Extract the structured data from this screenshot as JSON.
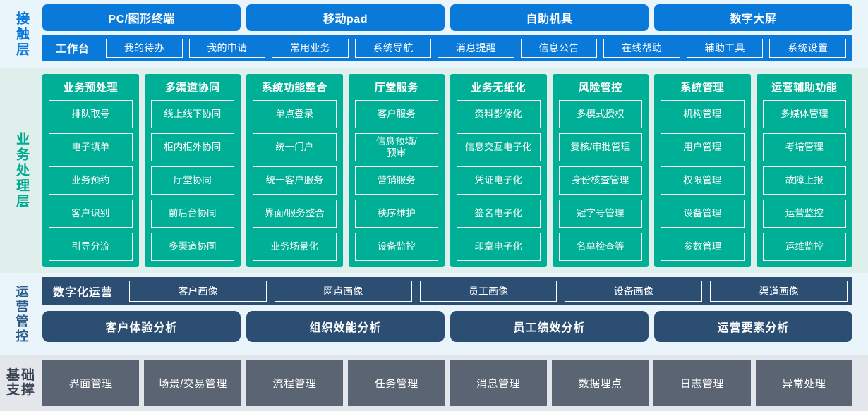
{
  "contact_layer": {
    "label": "接触层",
    "accent_color": "#0a7ada",
    "channels": [
      {
        "label": "PC/图形终端"
      },
      {
        "label": "移动pad"
      },
      {
        "label": "自助机具"
      },
      {
        "label": "数字大屏"
      }
    ],
    "workbench": {
      "title": "工作台",
      "items": [
        {
          "label": "我的待办"
        },
        {
          "label": "我的申请"
        },
        {
          "label": "常用业务"
        },
        {
          "label": "系统导航"
        },
        {
          "label": "消息提醒"
        },
        {
          "label": "信息公告"
        },
        {
          "label": "在线帮助"
        },
        {
          "label": "辅助工具"
        },
        {
          "label": "系统设置"
        }
      ]
    }
  },
  "business_layer": {
    "label": "业务处理层",
    "accent_color": "#00b096",
    "columns": [
      {
        "title": "业务预处理",
        "items": [
          {
            "label": "排队取号"
          },
          {
            "label": "电子填单"
          },
          {
            "label": "业务预约"
          },
          {
            "label": "客户识别"
          },
          {
            "label": "引导分流"
          }
        ]
      },
      {
        "title": "多渠道协同",
        "items": [
          {
            "label": "线上线下协同"
          },
          {
            "label": "柜内柜外协同"
          },
          {
            "label": "厅堂协同"
          },
          {
            "label": "前后台协同"
          },
          {
            "label": "多渠道协同"
          }
        ]
      },
      {
        "title": "系统功能整合",
        "items": [
          {
            "label": "单点登录"
          },
          {
            "label": "统一门户"
          },
          {
            "label": "统一客户服务"
          },
          {
            "label": "界面/服务整合"
          },
          {
            "label": "业务场景化"
          }
        ]
      },
      {
        "title": "厅堂服务",
        "items": [
          {
            "label": "客户服务"
          },
          {
            "label": "信息预填/\n预审"
          },
          {
            "label": "营销服务"
          },
          {
            "label": "秩序维护"
          },
          {
            "label": "设备监控"
          }
        ]
      },
      {
        "title": "业务无纸化",
        "items": [
          {
            "label": "资料影像化"
          },
          {
            "label": "信息交互电子化"
          },
          {
            "label": "凭证电子化"
          },
          {
            "label": "签名电子化"
          },
          {
            "label": "印章电子化"
          }
        ]
      },
      {
        "title": "风险管控",
        "items": [
          {
            "label": "多模式授权"
          },
          {
            "label": "复核/审批管理"
          },
          {
            "label": "身份核查管理"
          },
          {
            "label": "冠字号管理"
          },
          {
            "label": "名单检查等"
          }
        ]
      },
      {
        "title": "系统管理",
        "items": [
          {
            "label": "机构管理"
          },
          {
            "label": "用户管理"
          },
          {
            "label": "权限管理"
          },
          {
            "label": "设备管理"
          },
          {
            "label": "参数管理"
          }
        ]
      },
      {
        "title": "运营辅助功能",
        "items": [
          {
            "label": "多媒体管理"
          },
          {
            "label": "考培管理"
          },
          {
            "label": "故障上报"
          },
          {
            "label": "运营监控"
          },
          {
            "label": "运维监控"
          }
        ]
      }
    ]
  },
  "operations_layer": {
    "label": "运营管控",
    "accent_color": "#2b4e72",
    "digital_ops": {
      "title": "数字化运营",
      "items": [
        {
          "label": "客户画像"
        },
        {
          "label": "网点画像"
        },
        {
          "label": "员工画像"
        },
        {
          "label": "设备画像"
        },
        {
          "label": "渠道画像"
        }
      ]
    },
    "analysis": [
      {
        "label": "客户体验分析"
      },
      {
        "label": "组织效能分析"
      },
      {
        "label": "员工绩效分析"
      },
      {
        "label": "运营要素分析"
      }
    ]
  },
  "foundation_layer": {
    "label_line1": "基础",
    "label_line2": "支撑",
    "accent_color": "#5b6472",
    "items": [
      {
        "label": "界面管理"
      },
      {
        "label": "场景/交易管理"
      },
      {
        "label": "流程管理"
      },
      {
        "label": "任务管理"
      },
      {
        "label": "消息管理"
      },
      {
        "label": "数据埋点"
      },
      {
        "label": "日志管理"
      },
      {
        "label": "异常处理"
      }
    ]
  }
}
